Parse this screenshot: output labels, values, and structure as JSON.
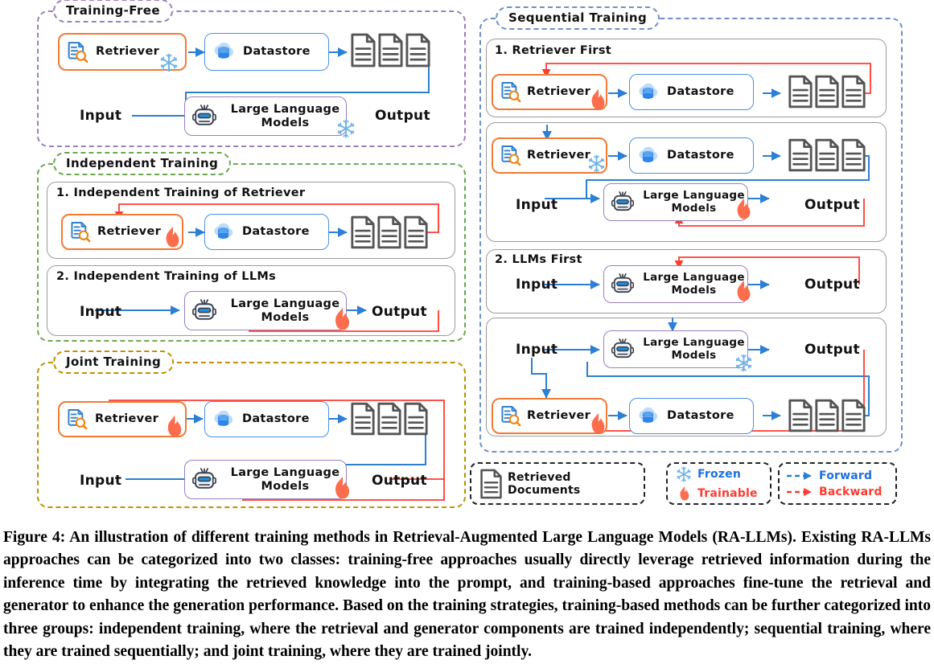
{
  "figure": {
    "caption": "Figure 4: An illustration of different training methods in Retrieval-Augmented Large Language Models (RA-LLMs). Existing RA-LLMs approaches can be categorized into two classes: training-free approaches usually directly leverage retrieved information during the inference time by integrating the retrieved knowledge into the prompt, and training-based approaches fine-tune the retrieval and generator to enhance the generation performance. Based on the training strategies, training-based methods can be further categorized into three groups: independent training, where the retrieval and generator components are trained independently; sequential training, where they are trained sequentially; and joint training, where they are trained jointly."
  },
  "colors": {
    "retriever_border": "#f07a35",
    "datastore_border": "#4a90e2",
    "llm_border": "#9a7fbf",
    "forward_arrow": "#2b7fd4",
    "backward_arrow": "#ff3b30",
    "training_free_border": "#9a7fbf",
    "independent_border": "#6aa84f",
    "joint_border": "#bf9000",
    "sequential_border": "#6d8fc9",
    "doc_icon": "#555555",
    "flame": "#fb6d4c",
    "snowflake": "#6fb3e8"
  },
  "sections": {
    "training_free": {
      "label": "Training-Free"
    },
    "independent": {
      "label": "Independent Training",
      "sub1_title": "1. Independent Training of Retriever",
      "sub2_title": "2. Independent Training of LLMs"
    },
    "joint": {
      "label": "Joint Training"
    },
    "sequential": {
      "label": "Sequential Training",
      "sub1_title": "1. Retriever First",
      "sub2_title": "2. LLMs First"
    }
  },
  "nodes": {
    "retriever": "Retriever",
    "datastore": "Datastore",
    "llm": "Large Language\nModels",
    "input": "Input",
    "output": "Output"
  },
  "icons": {
    "retriever": "document-search-icon",
    "datastore": "cloud-database-icon",
    "llm": "robot-icon",
    "documents": "document-icon",
    "frozen": "snowflake-icon",
    "trainable": "flame-icon"
  },
  "legend": {
    "retrieved_documents": "Retrieved Documents",
    "frozen": "Frozen",
    "trainable": "Trainable",
    "forward": "Forward",
    "backward": "Backward"
  }
}
